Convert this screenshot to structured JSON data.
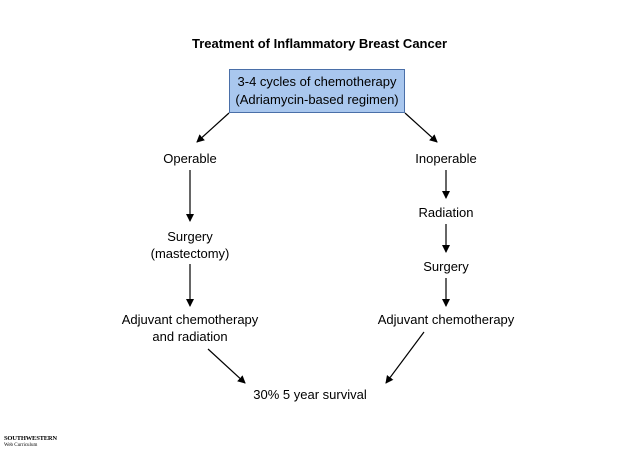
{
  "title": "Treatment of Inflammatory Breast Cancer",
  "start": {
    "line1": "3-4 cycles of chemotherapy",
    "line2": "(Adriamycin-based regimen)",
    "fill": "#a9c7ee",
    "border": "#4a6fa8"
  },
  "left_branch": {
    "step1": "Operable",
    "step2_line1": "Surgery",
    "step2_line2": "(mastectomy)",
    "step3_line1": "Adjuvant chemotherapy",
    "step3_line2": "and radiation"
  },
  "right_branch": {
    "step1": "Inoperable",
    "step2": "Radiation",
    "step3": "Surgery",
    "step4": "Adjuvant chemotherapy"
  },
  "outcome": "30% 5 year survival",
  "logo": {
    "line1": "SOUTHWESTERN",
    "line2": "Web Curriculum"
  }
}
